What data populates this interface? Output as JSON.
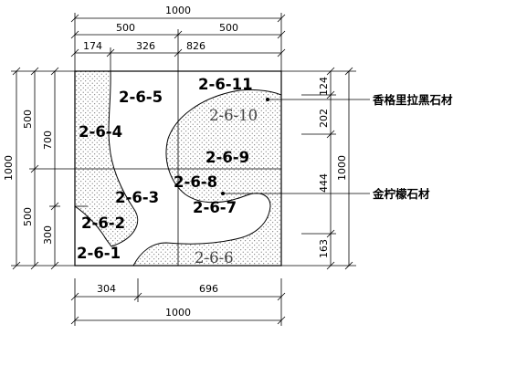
{
  "dimensions": {
    "top": {
      "total": "1000",
      "half_left": "500",
      "half_right": "500",
      "seg_a": "174",
      "seg_b": "326",
      "seg_c": "826"
    },
    "left": {
      "total": "1000",
      "upper": "500",
      "lower": "500",
      "seg_a": "700",
      "seg_b": "300"
    },
    "right": {
      "total": "1000",
      "seg_a": "124",
      "seg_b": "202",
      "seg_c": "444",
      "seg_d": "163"
    },
    "bottom": {
      "seg_a": "304",
      "seg_b": "696",
      "total": "1000"
    }
  },
  "pieces": {
    "p1": "2-6-1",
    "p2": "2-6-2",
    "p3": "2-6-3",
    "p4": "2-6-4",
    "p5": "2-6-5",
    "p6": "2-6-6",
    "p7": "2-6-7",
    "p8": "2-6-8",
    "p9": "2-6-9",
    "p10": "2-6-10",
    "p11": "2-6-11"
  },
  "legend": {
    "shangri_la": "香格里拉黑石材",
    "lemon": "金柠檬石材"
  },
  "colors": {
    "line": "#000000",
    "fill": "#ffffff",
    "dots": "#555555"
  }
}
